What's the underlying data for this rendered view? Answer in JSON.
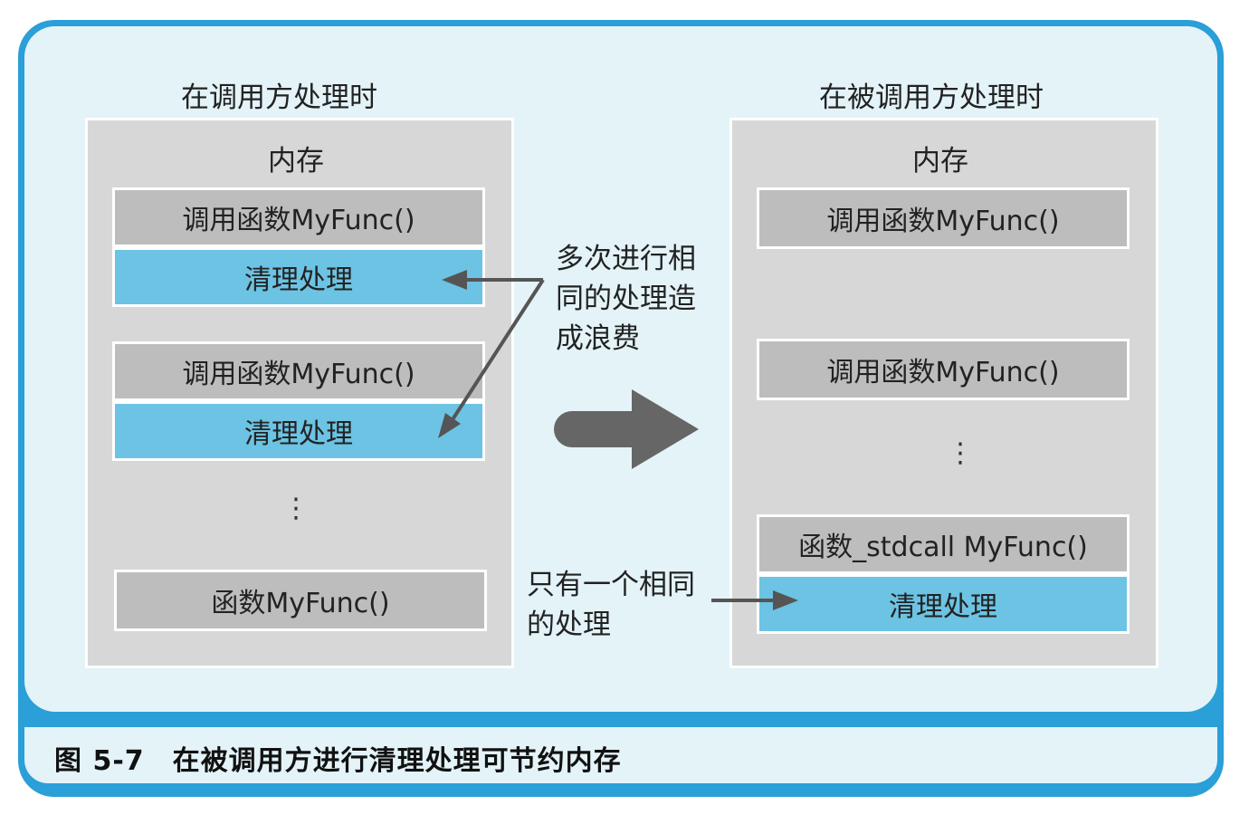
{
  "caption": "图 5-7　在被调用方进行清理处理可节约内存",
  "left": {
    "heading": "在调用方处理时",
    "memory_label": "内存",
    "call_1": "调用函数MyFunc()",
    "cleanup_1": "清理处理",
    "call_2": "调用函数MyFunc()",
    "cleanup_2": "清理处理",
    "ellipsis": "⋮",
    "func": "函数MyFunc()"
  },
  "right": {
    "heading": "在被调用方处理时",
    "memory_label": "内存",
    "call_1": "调用函数MyFunc()",
    "call_2": "调用函数MyFunc()",
    "ellipsis": "⋮",
    "func": "函数_stdcall MyFunc()",
    "cleanup": "清理处理"
  },
  "notes": {
    "waste_line1": "多次进行相",
    "waste_line2": "同的处理造",
    "waste_line3": "成浪费",
    "single_line1": "只有一个相同",
    "single_line2": "的处理"
  },
  "colors": {
    "frame": "#2a9fd8",
    "panel": "#e3f3f8",
    "memory": "#d7d7d7",
    "call_box": "#bdbdbd",
    "cleanup_box": "#6cc3e3",
    "arrow": "#555555"
  }
}
